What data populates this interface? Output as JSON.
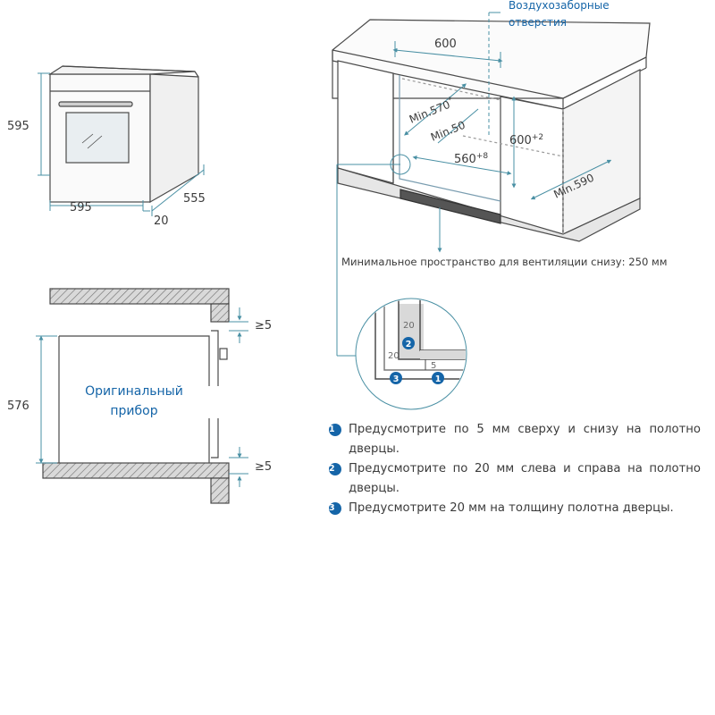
{
  "oven": {
    "height": "595",
    "width": "595",
    "depth": "555",
    "door_thickness": "20"
  },
  "cabinet": {
    "air_intake_label_1": "Воздухозаборные",
    "air_intake_label_2": "отверстия",
    "width": "600",
    "min_inner_depth": "Min.570",
    "min_inner_depth_sup": "*",
    "min_back_gap": "Min.50",
    "niche_height": "600",
    "niche_height_sup": "+2",
    "niche_width": "560",
    "niche_width_sup": "+8",
    "min_cabinet_depth": "Min.590",
    "ventilation_note": "Минимальное пространство для вентиляции снизу: 250 мм"
  },
  "detail": {
    "dim_top": "20",
    "dim_left": "20",
    "dim_small": "5",
    "marker_1": "1",
    "marker_2": "2",
    "marker_3": "3"
  },
  "section": {
    "appliance_label_line1": "Оригинальный",
    "appliance_label_line2": "прибор",
    "height": "576",
    "gap_top": "≥5",
    "gap_bottom": "≥5"
  },
  "notes": [
    {
      "num": "1",
      "text": "Предусмотрите по 5 мм сверху и снизу на полотно дверцы."
    },
    {
      "num": "2",
      "text": "Предусмотрите по 20 мм слева и справа на полотно дверцы."
    },
    {
      "num": "3",
      "text": "Предусмотрите 20 мм на толщину полотна дверцы."
    }
  ],
  "colors": {
    "accent": "#1565a8",
    "dimension_line": "#4a90a4",
    "outline": "#4a4a4a",
    "hatch_fill": "#d9d9d9",
    "niche_dim": "#7a9db0"
  }
}
